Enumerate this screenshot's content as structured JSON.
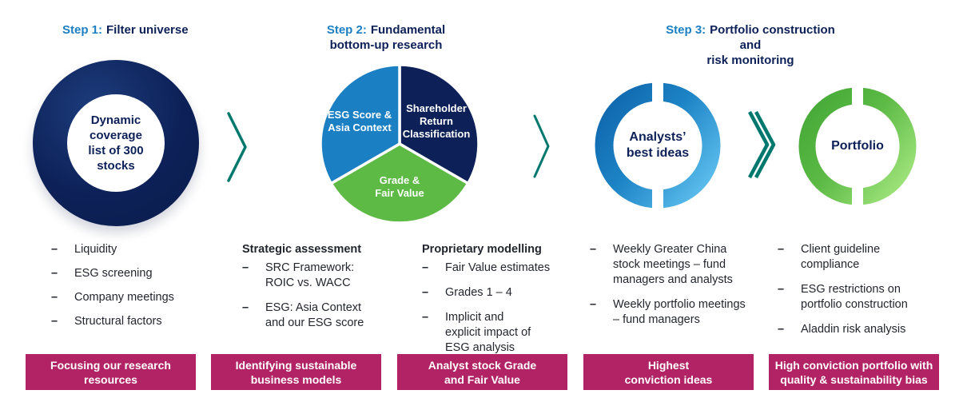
{
  "colors": {
    "navy": "#0d2158",
    "blue": "#1b7fc3",
    "green": "#5cba45",
    "teal": "#00786e",
    "magenta": "#b22365",
    "body_text": "#23262e",
    "white": "#ffffff"
  },
  "icons": {
    "forward": "chevron-right-icon",
    "forward_double": "chevron-double-right-icon"
  },
  "headers": [
    {
      "step": "Step 1:",
      "rest": "Filter universe",
      "line2": ""
    },
    {
      "step": "Step 2:",
      "rest": "Fundamental",
      "line2": "bottom-up research"
    },
    {
      "step": "Step 3:",
      "rest": "Portfolio construction and",
      "line2": "risk monitoring"
    }
  ],
  "step1": {
    "donut_label": "Dynamic\ncoverage\nlist of 300\nstocks",
    "bullets": [
      "Liquidity",
      "ESG screening",
      "Company meetings",
      "Structural factors"
    ]
  },
  "step2": {
    "pie": {
      "slices": [
        {
          "name": "esg-score-asia-context",
          "label": "ESG Score &\nAsia Context",
          "color": "#1b7fc3"
        },
        {
          "name": "shareholder-return-classification",
          "label": "Shareholder\nReturn\nClassification",
          "color": "#0d2158"
        },
        {
          "name": "grade-fair-value",
          "label": "Grade &\nFair Value",
          "color": "#5cba45"
        }
      ]
    },
    "col_left": {
      "header": "Strategic assessment",
      "items": [
        "SRC Framework:\nROIC vs. WACC",
        "ESG: Asia Context\nand our ESG score"
      ]
    },
    "col_right": {
      "header": "Proprietary modelling",
      "items": [
        "Fair Value estimates",
        "Grades 1 – 4",
        "Implicit and\nexplicit impact of\nESG analysis"
      ]
    }
  },
  "step3": {
    "ring1_label": "Analysts’\nbest ideas",
    "ring2_label": "Portfolio",
    "col_left": {
      "items": [
        "Weekly Greater China\nstock meetings – fund\nmanagers and analysts",
        "Weekly portfolio meetings\n– fund managers"
      ]
    },
    "col_right": {
      "items": [
        "Client guideline\ncompliance",
        "ESG restrictions on\nportfolio construction",
        "Aladdin risk analysis"
      ]
    }
  },
  "banners": [
    "Focusing our research\nresources",
    "Identifying sustainable\nbusiness models",
    "Analyst stock Grade\nand Fair Value",
    "Highest\nconviction ideas",
    "High conviction portfolio with\nquality & sustainability bias"
  ]
}
